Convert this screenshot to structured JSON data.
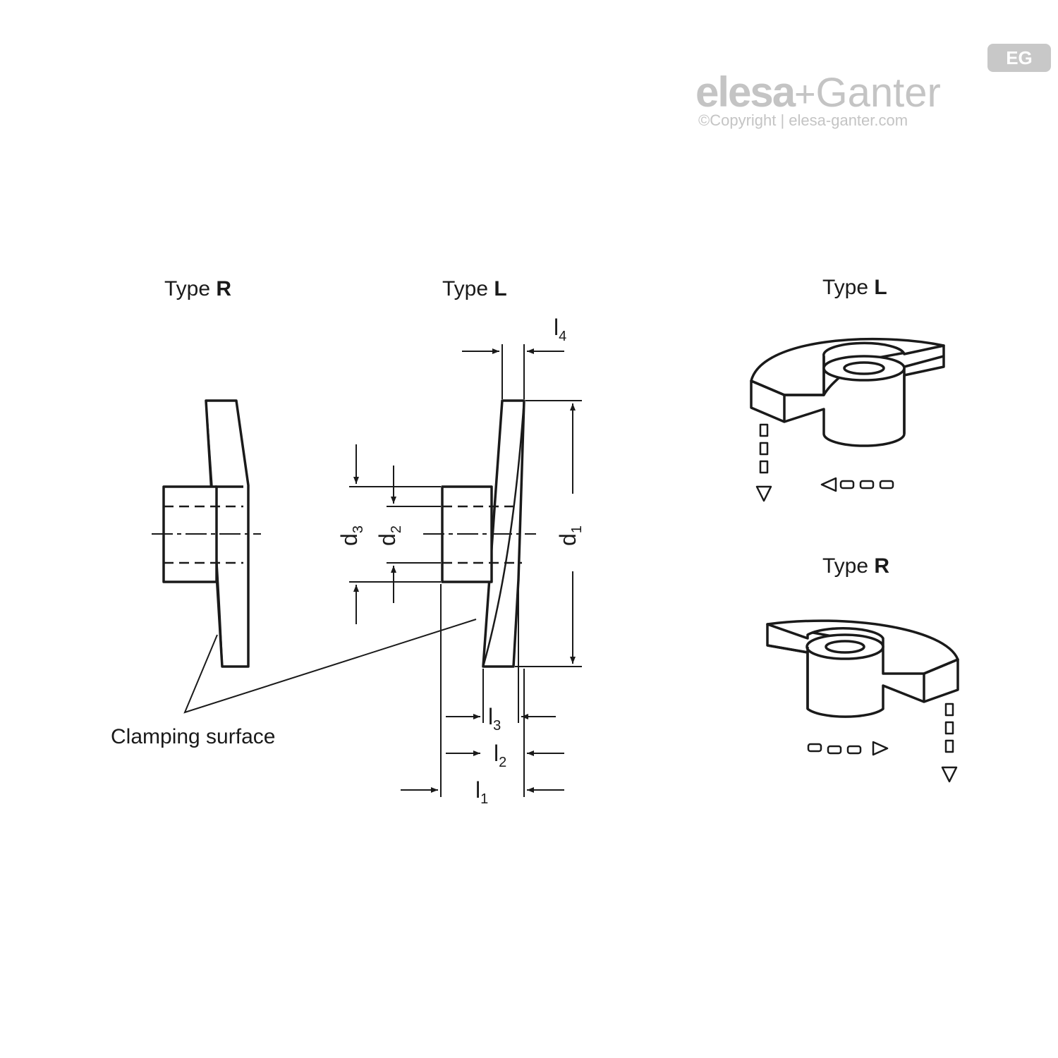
{
  "logo": {
    "brand": "elesa",
    "plus": "+",
    "name": "Ganter",
    "copyright": "©Copyright | elesa-ganter.com",
    "badge": "EG",
    "color": "#c4c4c4"
  },
  "views": {
    "side_r": {
      "type_word": "Type",
      "type_letter": "R"
    },
    "side_l": {
      "type_word": "Type",
      "type_letter": "L"
    },
    "iso_l": {
      "type_word": "Type",
      "type_letter": "L"
    },
    "iso_r": {
      "type_word": "Type",
      "type_letter": "R"
    }
  },
  "callout": {
    "clamping": "Clamping surface"
  },
  "dimensions": {
    "d1": {
      "base": "d",
      "sub": "1"
    },
    "d2": {
      "base": "d",
      "sub": "2"
    },
    "d3": {
      "base": "d",
      "sub": "3"
    },
    "l1": {
      "base": "l",
      "sub": "1"
    },
    "l2": {
      "base": "l",
      "sub": "2"
    },
    "l3": {
      "base": "l",
      "sub": "3"
    },
    "l4": {
      "base": "l",
      "sub": "4"
    }
  },
  "colors": {
    "line": "#1a1a1a",
    "logo": "#c4c4c4"
  }
}
